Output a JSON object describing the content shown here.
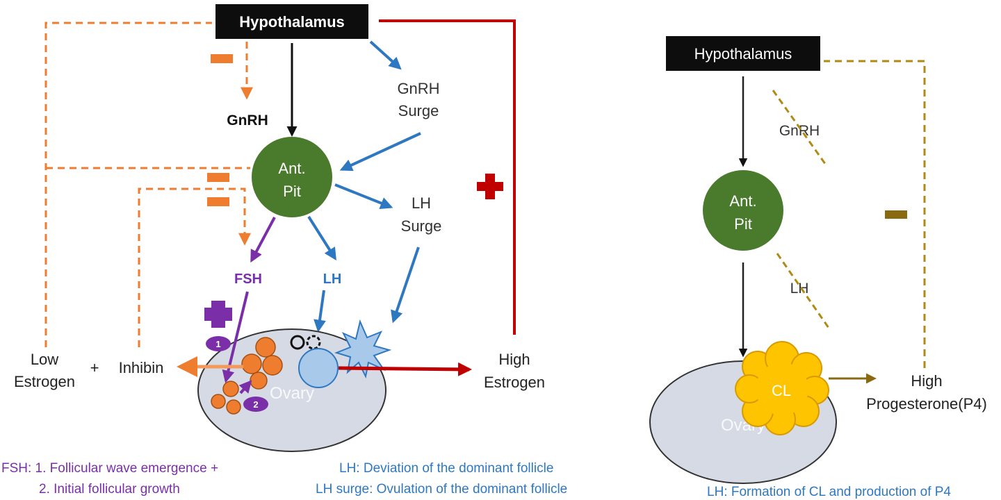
{
  "colors": {
    "orange": "#ee7d30",
    "orange_light": "#f39a5a",
    "red": "#c00000",
    "blue": "#2e78c2",
    "purple": "#7a2fa8",
    "green": "#4a7a2c",
    "black": "#111111",
    "olive": "#b08a14",
    "brown": "#8a6a10",
    "yellow": "#ffc400",
    "ovary_fill": "#d5dae4",
    "follicle_blue": "#a9c9ea"
  },
  "left": {
    "hypothalamus": "Hypothalamus",
    "gnrh": "GnRH",
    "gnrh_surge_1": "GnRH",
    "gnrh_surge_2": "Surge",
    "antpit_1": "Ant.",
    "antpit_2": "Pit",
    "lh_surge_1": "LH",
    "lh_surge_2": "Surge",
    "fsh": "FSH",
    "lh": "LH",
    "low_estrogen_1": "Low",
    "low_estrogen_2": "Estrogen",
    "plus": "+",
    "inhibin": "Inhibin",
    "high_estrogen_1": "High",
    "high_estrogen_2": "Estrogen",
    "ovary": "Ovary",
    "badge_1": "1",
    "badge_2": "2",
    "caption_fsh_1": "FSH: 1. Follicular wave emergence +",
    "caption_fsh_2": "2. Initial follicular growth",
    "caption_lh_1": "LH: Deviation of the dominant follicle",
    "caption_lh_2": "LH surge: Ovulation of the dominant follicle"
  },
  "right": {
    "hypothalamus": "Hypothalamus",
    "gnrh": "GnRH",
    "antpit_1": "Ant.",
    "antpit_2": "Pit",
    "lh": "LH",
    "cl": "CL",
    "ovary": "Ovary",
    "high_p4_1": "High",
    "high_p4_2": "Progesterone(P4)",
    "caption": "LH: Formation of CL and production of P4"
  }
}
